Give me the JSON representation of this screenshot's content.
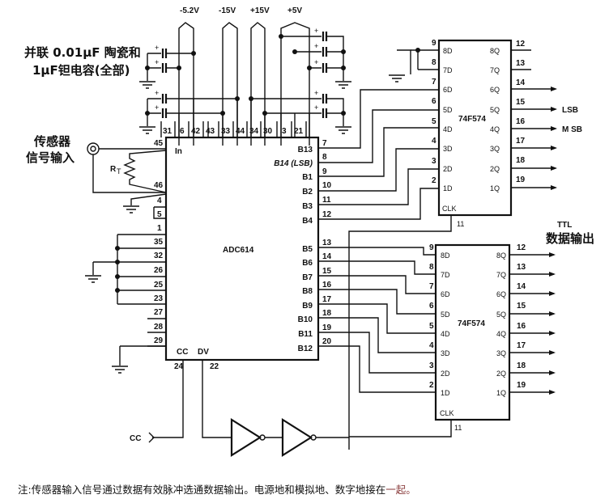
{
  "power_rails": [
    "-5.2V",
    "-15V",
    "+15V",
    "+5V"
  ],
  "capacitor_note": {
    "line1": "并联 0.01μF 陶瓷和",
    "line2": "1μF钽电容(全部)"
  },
  "sensor_label": {
    "line1": "传感器",
    "line2": "信号输入"
  },
  "resistor_label": "R",
  "resistor_subscript": "T",
  "adc": {
    "name": "ADC614",
    "top_pins": [
      "31",
      "6",
      "42",
      "43",
      "33",
      "44",
      "34",
      "30",
      "3",
      "21"
    ],
    "in_label": "In",
    "left_pins": [
      "45",
      "46",
      "4",
      "5",
      "1",
      "35",
      "32",
      "26",
      "25",
      "23",
      "27",
      "28",
      "29"
    ],
    "bottom_labels": {
      "cc": "CC",
      "dv": "DV"
    },
    "bottom_pins": {
      "cc": "24",
      "dv": "22"
    },
    "right_outputs": [
      {
        "name": "B13",
        "pin": "7"
      },
      {
        "name": "B14 (LSB)",
        "pin": "8"
      },
      {
        "name": "B1",
        "pin": "9"
      },
      {
        "name": "B2",
        "pin": "10"
      },
      {
        "name": "B3",
        "pin": "11"
      },
      {
        "name": "B4",
        "pin": "12"
      },
      {
        "name": "B5",
        "pin": "13"
      },
      {
        "name": "B6",
        "pin": "14"
      },
      {
        "name": "B7",
        "pin": "15"
      },
      {
        "name": "B8",
        "pin": "16"
      },
      {
        "name": "B9",
        "pin": "17"
      },
      {
        "name": "B10",
        "pin": "18"
      },
      {
        "name": "B11",
        "pin": "19"
      },
      {
        "name": "B12",
        "pin": "20"
      }
    ]
  },
  "latch_upper": {
    "name": "74F574",
    "inputs": [
      {
        "name": "8D",
        "pin": "9"
      },
      {
        "name": "7D",
        "pin": "8"
      },
      {
        "name": "6D",
        "pin": "7"
      },
      {
        "name": "5D",
        "pin": "6"
      },
      {
        "name": "4D",
        "pin": "5"
      },
      {
        "name": "3D",
        "pin": "4"
      },
      {
        "name": "2D",
        "pin": "3"
      },
      {
        "name": "1D",
        "pin": "2"
      }
    ],
    "outputs": [
      {
        "name": "8Q",
        "pin": "12"
      },
      {
        "name": "7Q",
        "pin": "13"
      },
      {
        "name": "6Q",
        "pin": "14"
      },
      {
        "name": "5Q",
        "pin": "15"
      },
      {
        "name": "4Q",
        "pin": "16"
      },
      {
        "name": "3Q",
        "pin": "17"
      },
      {
        "name": "2Q",
        "pin": "18"
      },
      {
        "name": "1Q",
        "pin": "19"
      }
    ],
    "clk_label": "CLK",
    "clk_pin": "11",
    "lsb_label": "LSB",
    "msb_label": "M SB"
  },
  "latch_lower": {
    "name": "74F574",
    "inputs": [
      {
        "name": "8D",
        "pin": "9"
      },
      {
        "name": "7D",
        "pin": "8"
      },
      {
        "name": "6D",
        "pin": "7"
      },
      {
        "name": "5D",
        "pin": "6"
      },
      {
        "name": "4D",
        "pin": "5"
      },
      {
        "name": "3D",
        "pin": "4"
      },
      {
        "name": "2D",
        "pin": "3"
      },
      {
        "name": "1D",
        "pin": "2"
      }
    ],
    "outputs": [
      {
        "name": "8Q",
        "pin": "12"
      },
      {
        "name": "7Q",
        "pin": "13"
      },
      {
        "name": "6Q",
        "pin": "14"
      },
      {
        "name": "5Q",
        "pin": "15"
      },
      {
        "name": "4Q",
        "pin": "16"
      },
      {
        "name": "3Q",
        "pin": "17"
      },
      {
        "name": "2Q",
        "pin": "18"
      },
      {
        "name": "1Q",
        "pin": "19"
      }
    ],
    "clk_label": "CLK",
    "clk_pin": "11"
  },
  "ttl_label": {
    "line1": "TTL",
    "line2": "数据输出"
  },
  "cc_input_label": "CC",
  "note": {
    "main": "注:传感器输入信号通过数据有效脉冲选通数据输出。电源地和模拟地、数字地接在",
    "tail": "一起。"
  }
}
